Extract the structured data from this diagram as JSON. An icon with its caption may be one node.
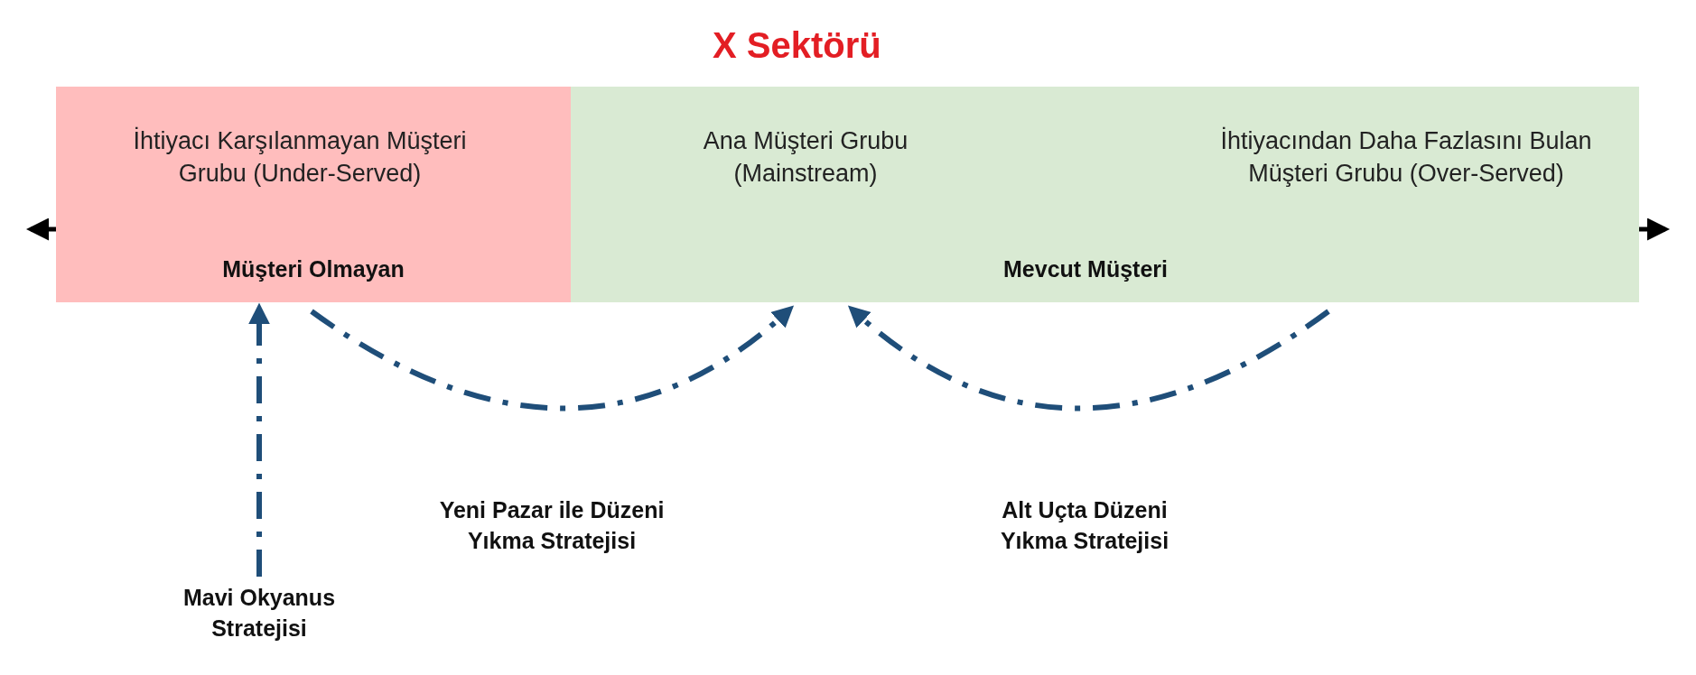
{
  "diagram": {
    "title": "X Sektörü",
    "nodes": [
      {
        "text": [
          "İhtiyacı Karşılanmayan Müşteri Grubu (Under-Served)",
          "Müşteri Olmayan"
        ]
      },
      {
        "text": [
          "Ana Müşteri Grubu (Mainstream)",
          "İhtiyacından Daha Fazlasını Bulan Müşteri Grubu (Over-Served)",
          "Mevcut Müşteri"
        ]
      },
      {
        "text": [
          "Mavi Okyanus Stratejisi"
        ]
      }
    ],
    "edges": [
      {
        "from": 2,
        "to": 0,
        "arrow": "to",
        "style": "dashed"
      },
      {
        "from": 0,
        "to": 1,
        "arrow": "to",
        "style": "dashed",
        "label": "Yeni Pazar ile Düzeni Yıkma Stratejisi"
      },
      {
        "from": 1,
        "to": 1,
        "arrow": "to",
        "style": "dashed",
        "label": "Alt Uçta Düzeni Yıkma Stratejisi"
      }
    ]
  }
}
